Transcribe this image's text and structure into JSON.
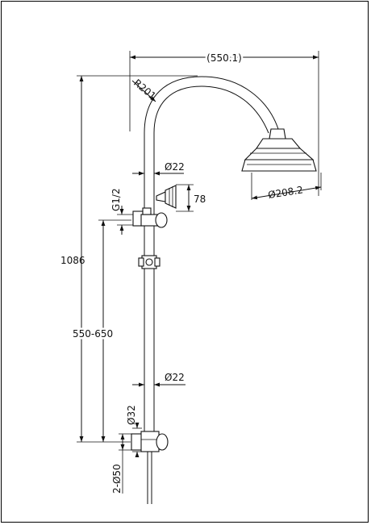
{
  "drawing": {
    "dimensions": {
      "arm_span": "(550.1)",
      "arm_radius": "R201",
      "pipe_diameter_upper": "Ø22",
      "pipe_diameter_lower": "Ø22",
      "handpiece_height": "78",
      "thread_size": "G1/2",
      "total_height": "1086",
      "bracket_range": "550-650",
      "inlet_diameter": "Ø32",
      "hose_spacing": "2-Ø50",
      "rose_diameter": "Ø208.2"
    },
    "colors": {
      "line": "#111111",
      "background": "#ffffff"
    }
  }
}
